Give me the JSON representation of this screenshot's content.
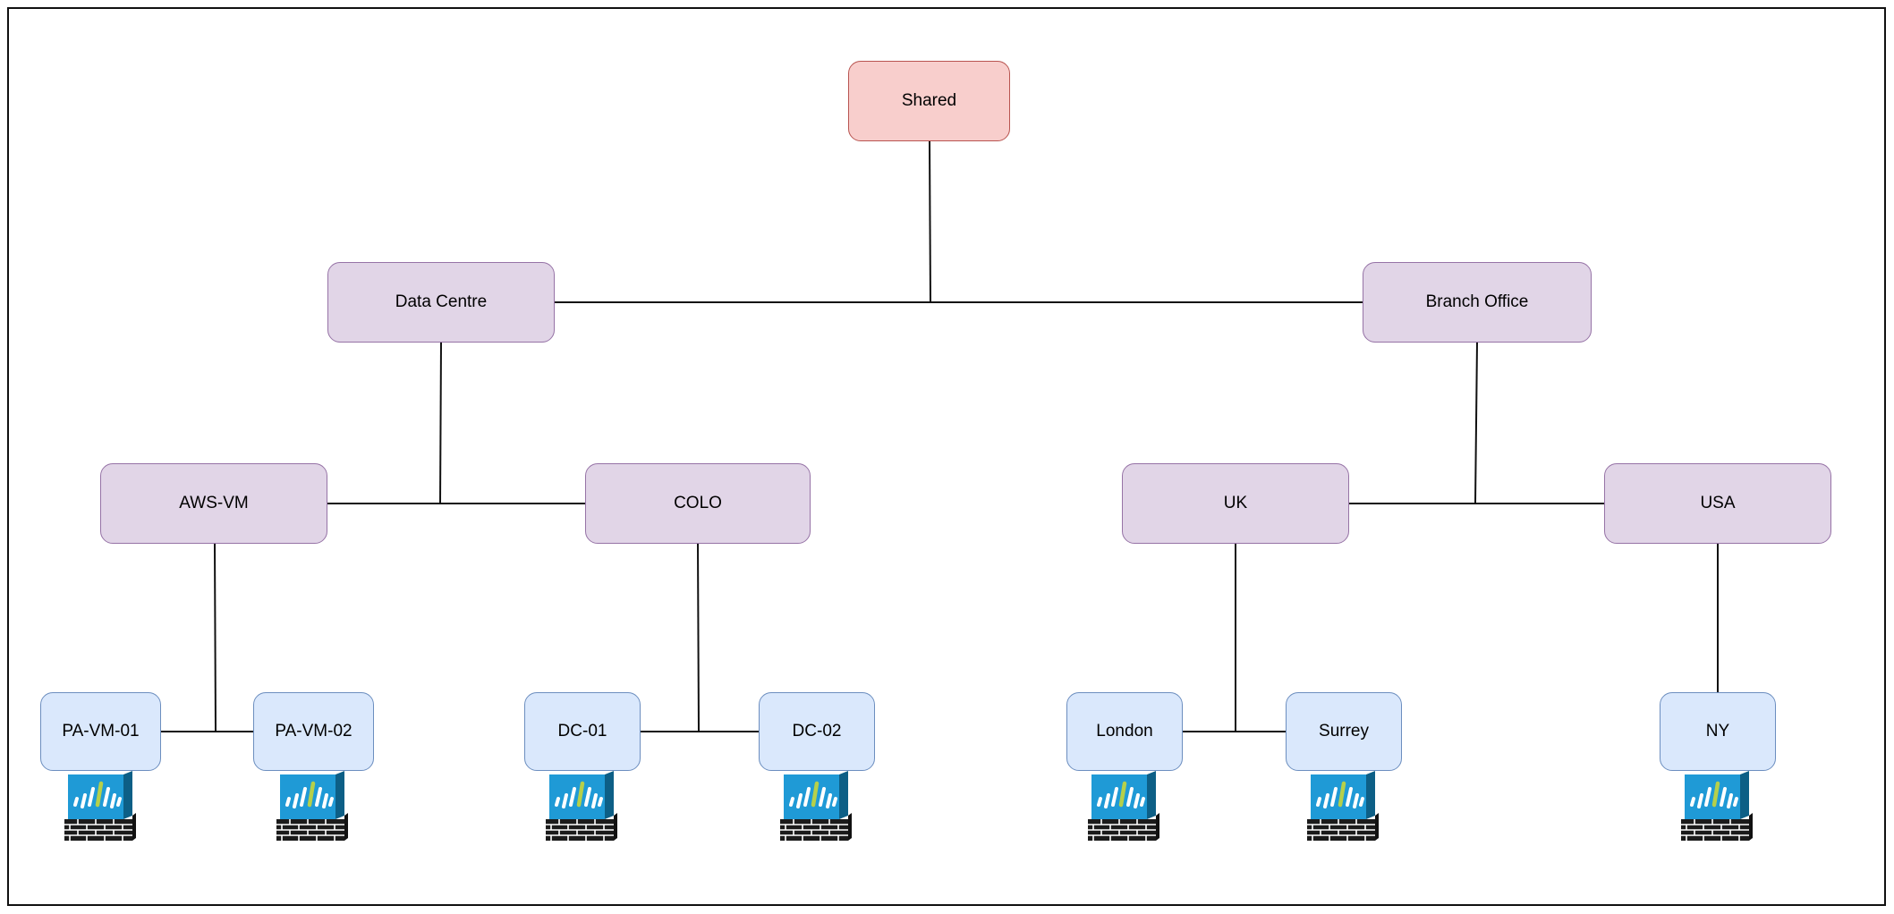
{
  "diagram": {
    "root": {
      "id": "shared",
      "label": "Shared"
    },
    "level1": [
      {
        "id": "data-centre",
        "label": "Data Centre",
        "parent": "shared"
      },
      {
        "id": "branch-office",
        "label": "Branch Office",
        "parent": "shared"
      }
    ],
    "level2": [
      {
        "id": "aws-vm",
        "label": "AWS-VM",
        "parent": "data-centre"
      },
      {
        "id": "colo",
        "label": "COLO",
        "parent": "data-centre"
      },
      {
        "id": "uk",
        "label": "UK",
        "parent": "branch-office"
      },
      {
        "id": "usa",
        "label": "USA",
        "parent": "branch-office"
      }
    ],
    "firewalls": [
      {
        "id": "pa-vm-01",
        "label": "PA-VM-01",
        "parent": "aws-vm"
      },
      {
        "id": "pa-vm-02",
        "label": "PA-VM-02",
        "parent": "aws-vm"
      },
      {
        "id": "dc-01",
        "label": "DC-01",
        "parent": "colo"
      },
      {
        "id": "dc-02",
        "label": "DC-02",
        "parent": "colo"
      },
      {
        "id": "london",
        "label": "London",
        "parent": "uk"
      },
      {
        "id": "surrey",
        "label": "Surrey",
        "parent": "uk"
      },
      {
        "id": "ny",
        "label": "NY",
        "parent": "usa"
      }
    ],
    "firewall_icon": "palo-alto-firewall-icon",
    "colors": {
      "root_fill": "#f8cecc",
      "root_stroke": "#b85450",
      "group_fill": "#e1d5e7",
      "group_stroke": "#9673a6",
      "device_fill": "#dae8fc",
      "device_stroke": "#6c8ebf",
      "firewall_blue": "#1f9ad6",
      "firewall_dark": "#0d5f86",
      "firewall_accent": "#b6d04a",
      "wall": "#1b1b1b"
    }
  }
}
